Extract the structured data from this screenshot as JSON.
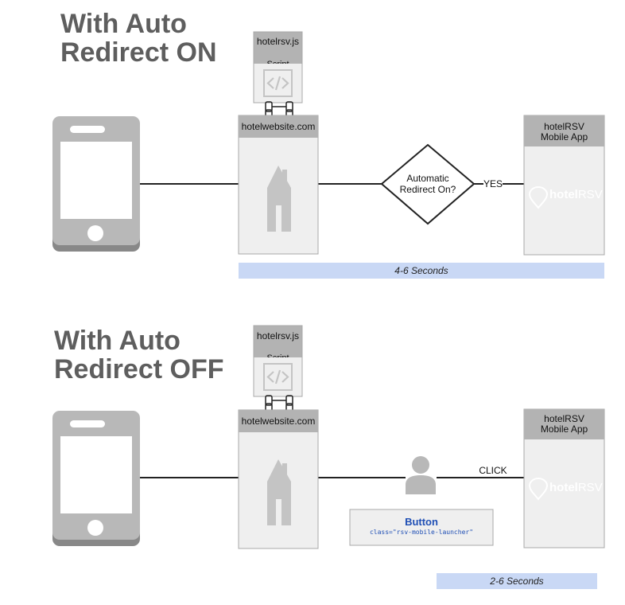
{
  "sections": [
    {
      "title_line1": "With Auto",
      "title_line2": "Redirect ON",
      "script_box": {
        "label": "hotelrsv.js",
        "sublabel": "Script"
      },
      "website_box": {
        "label": "hotelwebsite.com"
      },
      "decision": {
        "line1": "Automatic",
        "line2": "Redirect On?"
      },
      "connector_label": "YES",
      "app_box": {
        "line1": "hotelRSV",
        "line2": "Mobile App",
        "brand_a": "hotel",
        "brand_b": "RSV"
      },
      "timing": "4-6 Seconds"
    },
    {
      "title_line1": "With Auto",
      "title_line2": "Redirect OFF",
      "script_box": {
        "label": "hotelrsv.js",
        "sublabel": "Script"
      },
      "website_box": {
        "label": "hotelwebsite.com"
      },
      "button": {
        "label": "Button",
        "class_text": "class=\"rsv-mobile-launcher\""
      },
      "connector_label": "CLICK",
      "app_box": {
        "line1": "hotelRSV",
        "line2": "Mobile App",
        "brand_a": "hotel",
        "brand_b": "RSV"
      },
      "timing": "2-6 Seconds"
    }
  ],
  "icons": [
    "smartphone-icon",
    "code-icon",
    "house-icon",
    "user-icon",
    "map-pin-icon"
  ],
  "colors": {
    "title": "#5e5e5e",
    "box_header": "#b3b3b3",
    "box_body": "#efefef",
    "box_border": "#a8a8a8",
    "phone_body": "#b8b8b8",
    "phone_shadow": "#888888",
    "timing_bar": "#c9d8f5",
    "button_text": "#1f4fb5",
    "line": "#222222"
  }
}
